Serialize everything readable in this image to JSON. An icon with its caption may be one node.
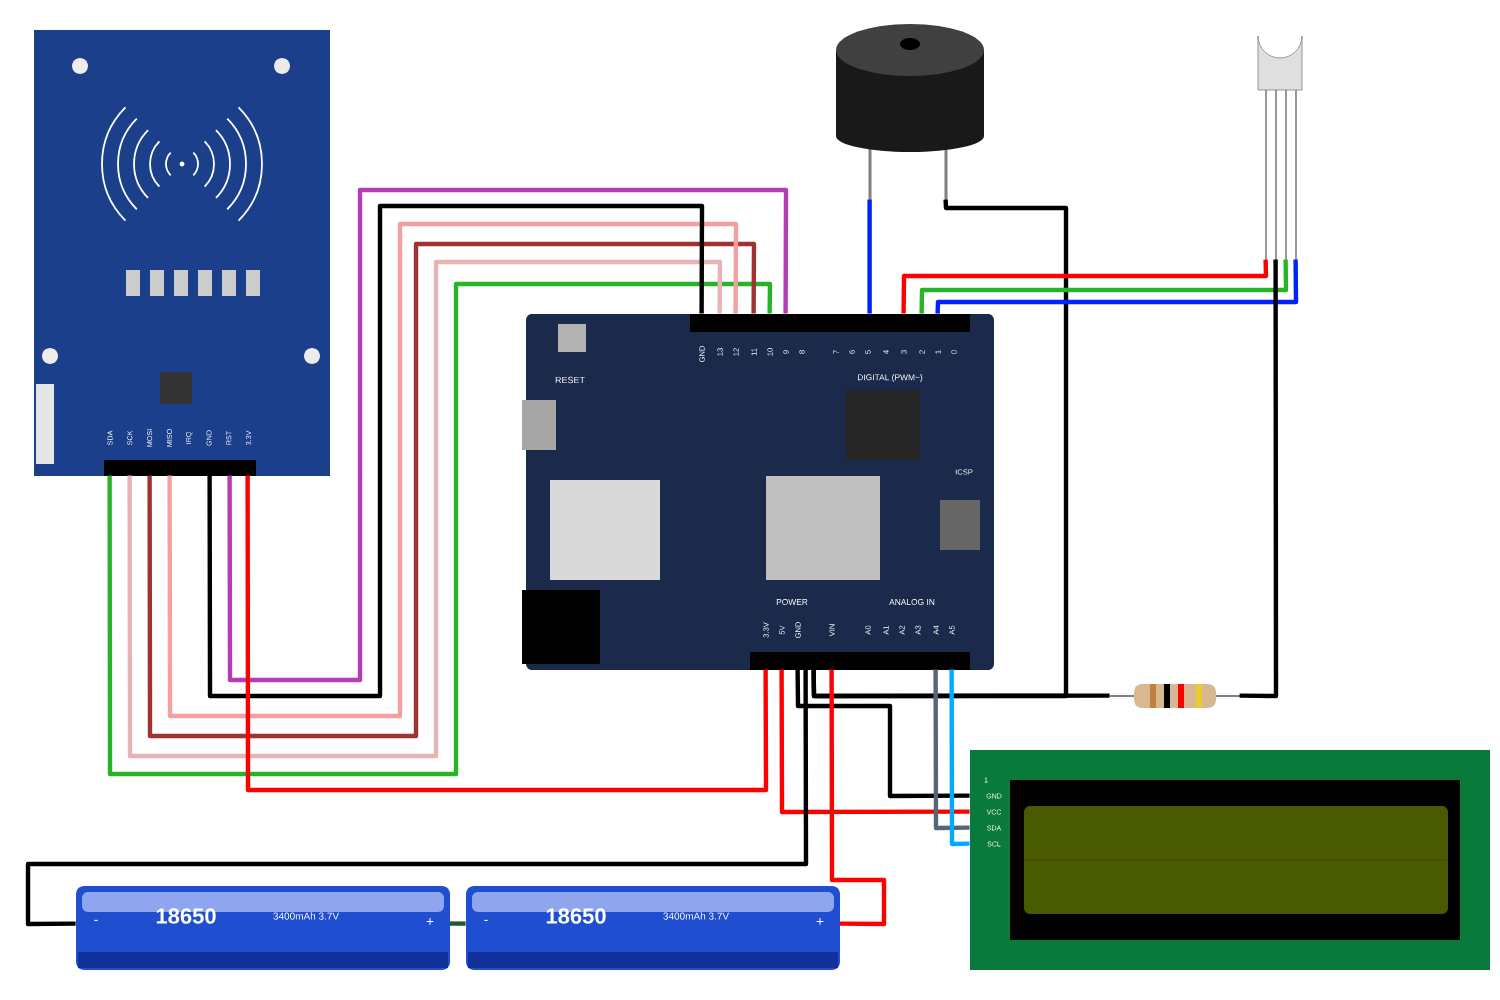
{
  "diagram": {
    "nodes": [
      {
        "text": [
          "SDA",
          "SCK",
          "MOSI",
          "MISO",
          "IRQ",
          "GND",
          "RST",
          "3.3V"
        ]
      },
      {
        "text": [
          "RESET",
          "GND",
          "13",
          "12",
          "11",
          "10",
          "9",
          "8",
          "7",
          "6",
          "5",
          "4",
          "3",
          "2",
          "1",
          "0",
          "DIGITAL (PWM~)",
          "ICSP",
          "POWER",
          "3.3V",
          "5V",
          "GND",
          "VIN",
          "ANALOG IN",
          "A0",
          "A1",
          "A2",
          "A3",
          "A4",
          "A5"
        ]
      },
      {
        "text": [],
        "shape": "picture"
      },
      {
        "text": [],
        "shape": "picture"
      },
      {
        "text": [],
        "shape": "picture"
      },
      {
        "text": [
          "1",
          "GND",
          "VCC",
          "SDA",
          "SCL"
        ]
      },
      {
        "text": [
          "18650",
          "3400mAh 3.7V",
          "-",
          "+"
        ]
      },
      {
        "text": [
          "18650",
          "3400mAh 3.7V",
          "-",
          "+"
        ]
      }
    ],
    "edges": [
      {
        "from": 0,
        "to": 1,
        "arrow": "none",
        "color": "#28b428"
      },
      {
        "from": 0,
        "to": 1,
        "arrow": "none",
        "color": "#e6b4b4"
      },
      {
        "from": 0,
        "to": 1,
        "arrow": "none",
        "color": "#a03232"
      },
      {
        "from": 0,
        "to": 1,
        "arrow": "none",
        "color": "#f4a0a0"
      },
      {
        "from": 0,
        "to": 1,
        "arrow": "none"
      },
      {
        "from": 0,
        "to": 1,
        "arrow": "none",
        "color": "#b43cb4"
      },
      {
        "from": 0,
        "to": 1,
        "arrow": "none",
        "color": "#ff0000"
      },
      {
        "from": 2,
        "to": 1,
        "arrow": "none",
        "color": "#0022ff"
      },
      {
        "from": 2,
        "to": 1,
        "arrow": "none"
      },
      {
        "from": 3,
        "to": 1,
        "arrow": "none",
        "color": "#ff0000"
      },
      {
        "from": 3,
        "to": 1,
        "arrow": "none",
        "color": "#28b428"
      },
      {
        "from": 3,
        "to": 1,
        "arrow": "none",
        "color": "#0022ff"
      },
      {
        "from": 3,
        "to": 4,
        "arrow": "none"
      },
      {
        "from": 4,
        "to": 1,
        "arrow": "none"
      },
      {
        "from": 5,
        "to": 1,
        "arrow": "none"
      },
      {
        "from": 5,
        "to": 1,
        "arrow": "none",
        "color": "#ff0000"
      },
      {
        "from": 5,
        "to": 1,
        "arrow": "none",
        "color": "#556677"
      },
      {
        "from": 5,
        "to": 1,
        "arrow": "none",
        "color": "#00aaff"
      },
      {
        "from": 6,
        "to": 1,
        "arrow": "none"
      },
      {
        "from": 7,
        "to": 1,
        "arrow": "none",
        "color": "#ff0000"
      },
      {
        "from": 6,
        "to": 7,
        "arrow": "none",
        "color": "#1e5a2e"
      }
    ]
  }
}
